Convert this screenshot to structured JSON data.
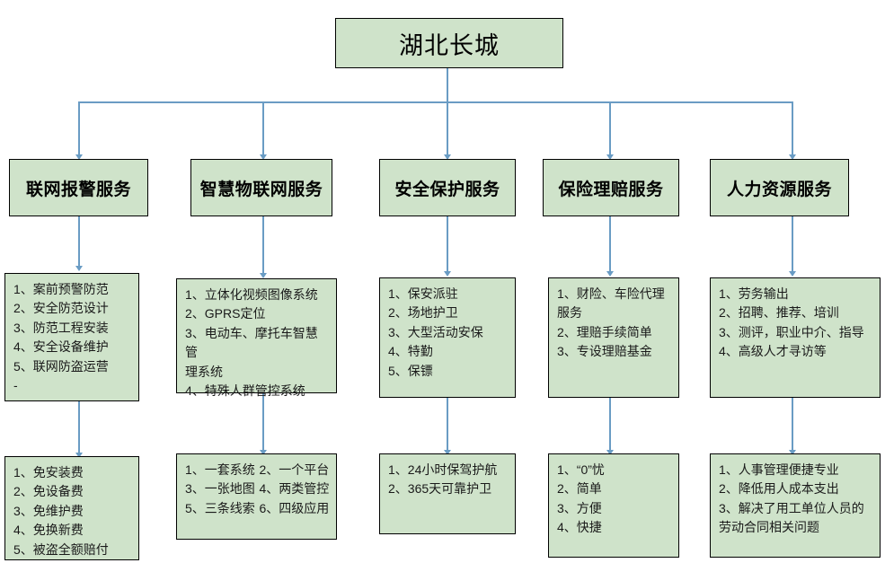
{
  "title": {
    "text": "湖北长城"
  },
  "categories": [
    {
      "label": "联网报警服务"
    },
    {
      "label": "智慧物联网服务"
    },
    {
      "label": "安全保护服务"
    },
    {
      "label": "保险理赔服务"
    },
    {
      "label": "人力资源服务"
    }
  ],
  "services": [
    {
      "lines": [
        "1、案前预警防范",
        "2、安全防范设计",
        "3、防范工程安装",
        "4、安全设备维护",
        "5、联网防盗运营",
        "-"
      ]
    },
    {
      "lines": [
        "1、立体化视频图像系统",
        "2、GPRS定位",
        "3、电动车、摩托车智慧管",
        "理系统",
        "4、特殊人群管控系统"
      ]
    },
    {
      "lines": [
        "1、保安派驻",
        "2、场地护卫",
        "3、大型活动安保",
        "4、特勤",
        "5、保镖"
      ]
    },
    {
      "lines": [
        "1、财险、车险代理",
        "服务",
        "2、理赔手续简单",
        "3、专设理赔基金"
      ]
    },
    {
      "lines": [
        "1、劳务输出",
        "2、招聘、推荐、培训",
        "3、测评，职业中介、指导",
        "4、高级人才寻访等"
      ]
    }
  ],
  "benefits": [
    {
      "layout": "single",
      "lines": [
        "1、免安装费",
        "2、免设备费",
        "3、免维护费",
        "4、免换新费",
        "5、被盗全额赔付"
      ]
    },
    {
      "layout": "two-column",
      "lines": [
        "1、一套系统",
        "2、一个平台",
        "3、一张地图",
        "4、两类管控",
        "5、三条线索",
        "6、四级应用"
      ]
    },
    {
      "layout": "single",
      "lines": [
        "1、24小时保驾护航",
        "2、365天可靠护卫"
      ]
    },
    {
      "layout": "single",
      "lines": [
        "1、“0”忧",
        "2、简单",
        "3、方便",
        "4、快捷"
      ]
    },
    {
      "layout": "single",
      "lines": [
        "1、人事管理便捷专业",
        "2、降低用人成本支出",
        "3、解决了用工单位人员的",
        "劳动合同相关问题"
      ]
    }
  ],
  "colors": {
    "box_fill": "#cfe3ca",
    "box_border": "#000000",
    "connector": "#6a9cc4",
    "background": "#ffffff"
  }
}
